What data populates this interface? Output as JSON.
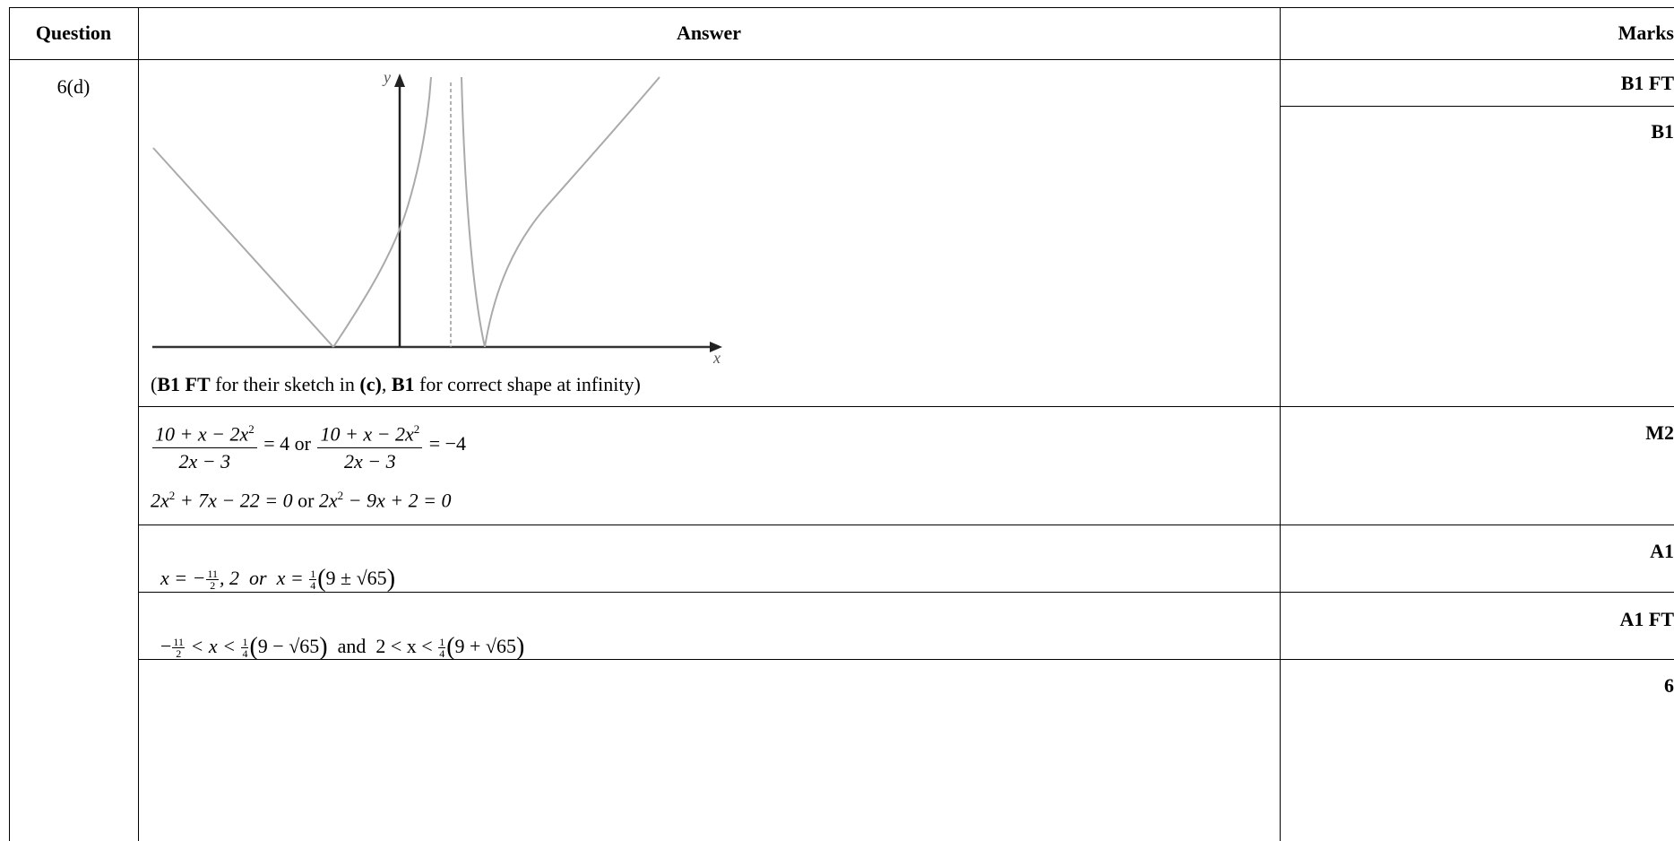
{
  "header": {
    "question": "Question",
    "answer": "Answer",
    "marks": "Marks"
  },
  "question_number": "6(d)",
  "sketch": {
    "y_axis_label": "y",
    "x_axis_label": "x"
  },
  "sketch_note": {
    "open": "(",
    "b1ft": "B1 FT",
    "t1": " for their sketch in ",
    "c": "(c)",
    "t2": ", ",
    "b1": "B1",
    "t3": " for correct shape at infinity)"
  },
  "equations": {
    "numerator": "10 + x − 2x",
    "exp2": "2",
    "denominator": "2x − 3",
    "eq_pos": " = 4",
    "or": " or ",
    "eq_neg": " = −4",
    "quad1_a": "2x",
    "quad1_b": " + 7x − 22 = 0",
    "quad2_a": "2x",
    "quad2_b": " − 9x + 2 = 0"
  },
  "solutions": {
    "lhs": "x = −",
    "n11": "11",
    "d2": "2",
    "mid": ", 2  or  x = ",
    "n1": "1",
    "d4": "4",
    "paren_open": "(",
    "inner": "9 ± √65",
    "paren_close": ")"
  },
  "inequality": {
    "minus": "−",
    "n11": "11",
    "d2": "2",
    "lt_x_lt": " < x < ",
    "n1": "1",
    "d4": "4",
    "inner1": "9 − √65",
    "and": "  and  2 < x < ",
    "inner2": "9 + √65",
    "po": "(",
    "pc": ")"
  },
  "marks": {
    "m1": "B1 FT",
    "m2": "B1",
    "m3": "M2",
    "m4": "A1",
    "m5": "A1 FT",
    "total": "6"
  }
}
